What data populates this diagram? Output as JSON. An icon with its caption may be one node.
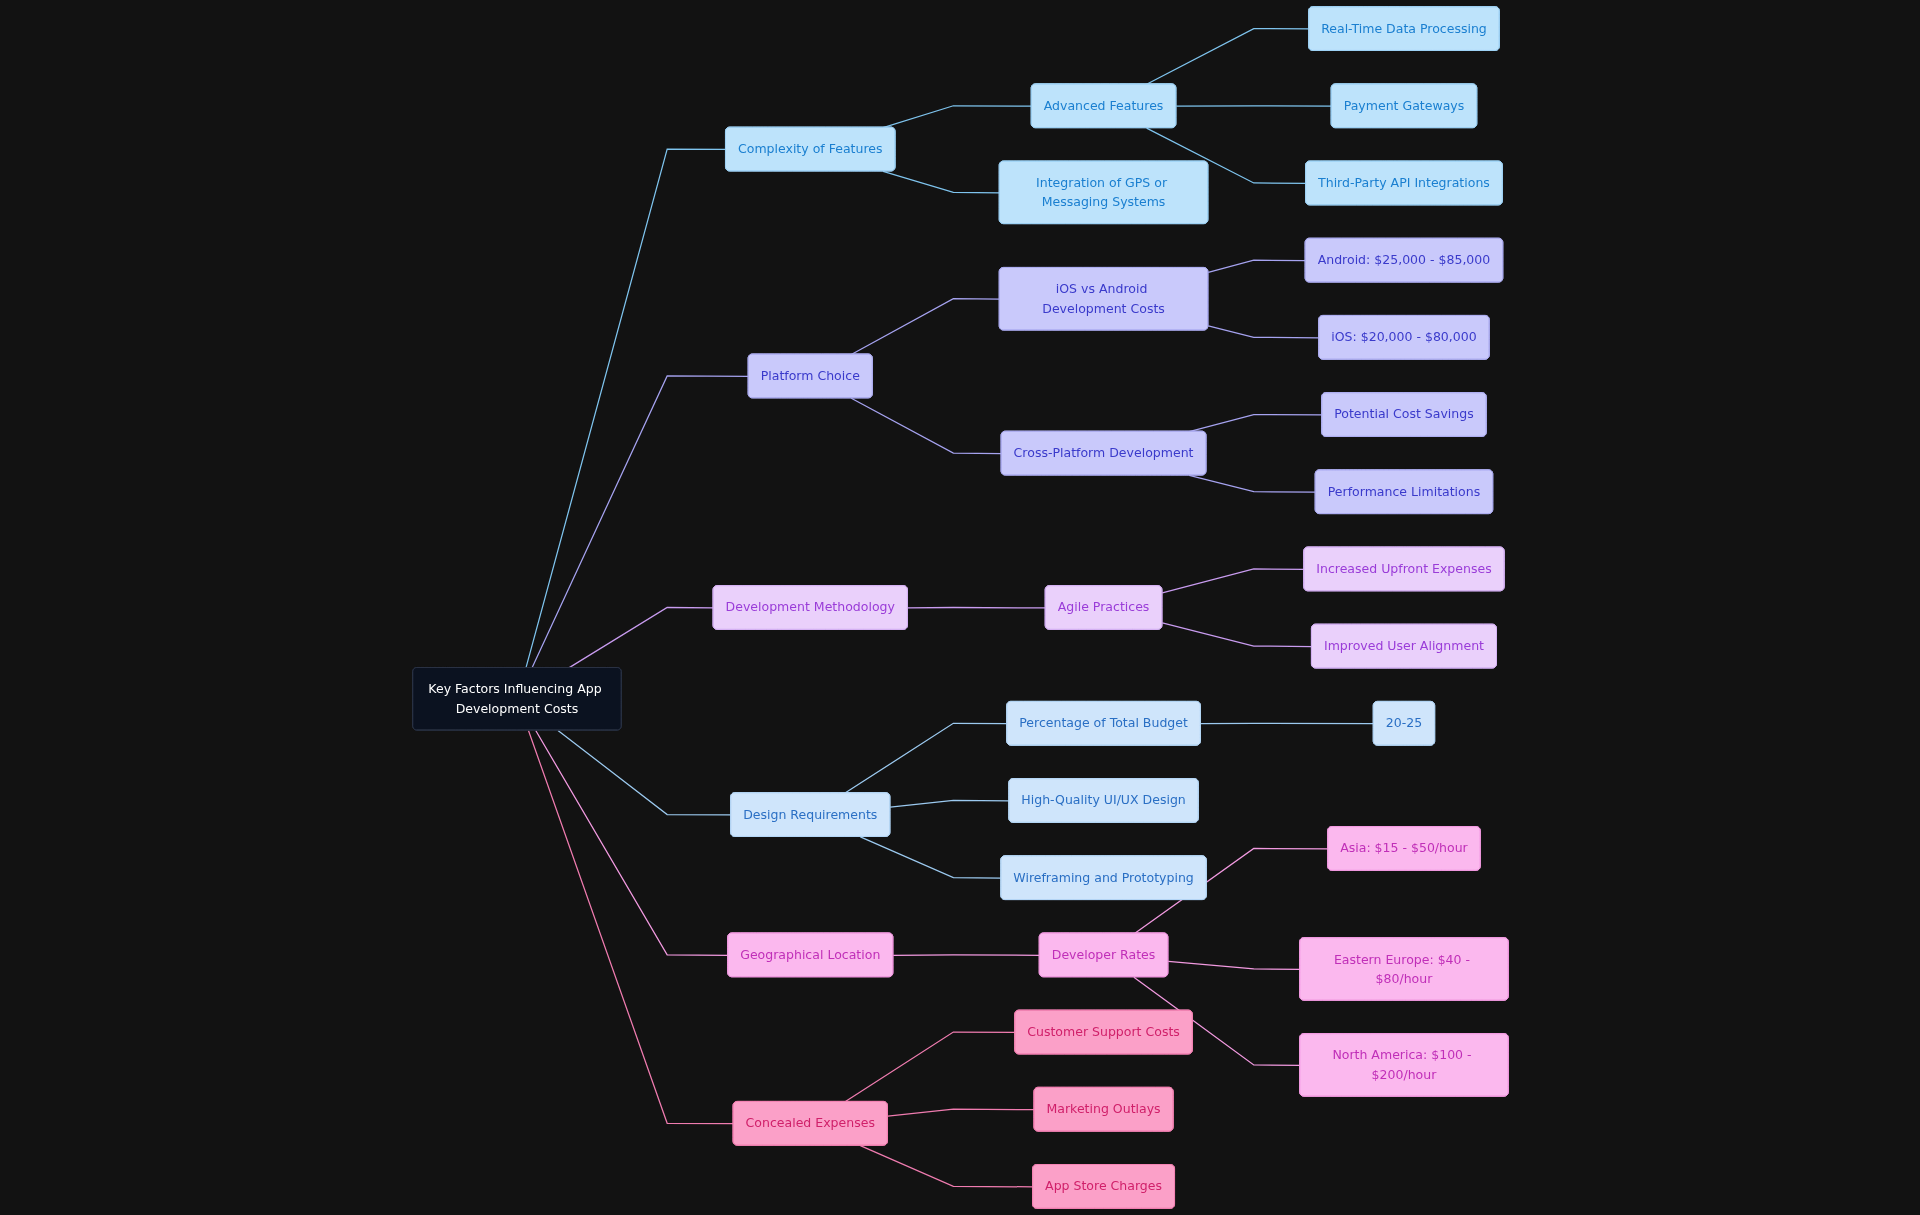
{
  "diagram": {
    "nodes": [
      {
        "text": [
          "Key Factors Influencing App Development Costs"
        ]
      },
      {
        "text": [
          "Complexity of Features"
        ]
      },
      {
        "text": [
          "Advanced Features"
        ]
      },
      {
        "text": [
          "Real-Time Data Processing"
        ]
      },
      {
        "text": [
          "Payment Gateways"
        ]
      },
      {
        "text": [
          "Third-Party API Integrations"
        ]
      },
      {
        "text": [
          "Integration of GPS or Messaging Systems"
        ]
      },
      {
        "text": [
          "Platform Choice"
        ]
      },
      {
        "text": [
          "iOS vs Android Development Costs"
        ]
      },
      {
        "text": [
          "Android: $25,000 - $85,000"
        ]
      },
      {
        "text": [
          "iOS: $20,000 - $80,000"
        ]
      },
      {
        "text": [
          "Cross-Platform Development"
        ]
      },
      {
        "text": [
          "Potential Cost Savings"
        ]
      },
      {
        "text": [
          "Performance Limitations"
        ]
      },
      {
        "text": [
          "Development Methodology"
        ]
      },
      {
        "text": [
          "Agile Practices"
        ]
      },
      {
        "text": [
          "Increased Upfront Expenses"
        ]
      },
      {
        "text": [
          "Improved User Alignment"
        ]
      },
      {
        "text": [
          "Design Requirements"
        ]
      },
      {
        "text": [
          "Percentage of Total Budget"
        ]
      },
      {
        "text": [
          "20-25"
        ]
      },
      {
        "text": [
          "High-Quality UI/UX Design"
        ]
      },
      {
        "text": [
          "Wireframing and Prototyping"
        ]
      },
      {
        "text": [
          "Geographical Location"
        ]
      },
      {
        "text": [
          "Developer Rates"
        ]
      },
      {
        "text": [
          "Asia: $15 - $50/hour"
        ]
      },
      {
        "text": [
          "Eastern Europe: $40 - $80/hour"
        ]
      },
      {
        "text": [
          "North America: $100 - $200/hour"
        ]
      },
      {
        "text": [
          "Concealed Expenses"
        ]
      },
      {
        "text": [
          "Customer Support Costs"
        ]
      },
      {
        "text": [
          "Marketing Outlays"
        ]
      },
      {
        "text": [
          "App Store Charges"
        ]
      }
    ],
    "edges": [
      {
        "from": 0,
        "to": 1,
        "arrow": "none",
        "color": "#7fc4ee"
      },
      {
        "from": 1,
        "to": 2,
        "arrow": "none",
        "color": "#7fc4ee"
      },
      {
        "from": 2,
        "to": 3,
        "arrow": "none",
        "color": "#7fc4ee"
      },
      {
        "from": 2,
        "to": 4,
        "arrow": "none",
        "color": "#7fc4ee"
      },
      {
        "from": 2,
        "to": 5,
        "arrow": "none",
        "color": "#7fc4ee"
      },
      {
        "from": 1,
        "to": 6,
        "arrow": "none",
        "color": "#7fc4ee"
      },
      {
        "from": 0,
        "to": 7,
        "arrow": "none",
        "color": "#a6a3f0"
      },
      {
        "from": 7,
        "to": 8,
        "arrow": "none",
        "color": "#a6a3f0"
      },
      {
        "from": 8,
        "to": 9,
        "arrow": "none",
        "color": "#a6a3f0"
      },
      {
        "from": 8,
        "to": 10,
        "arrow": "none",
        "color": "#a6a3f0"
      },
      {
        "from": 7,
        "to": 11,
        "arrow": "none",
        "color": "#a6a3f0"
      },
      {
        "from": 11,
        "to": 12,
        "arrow": "none",
        "color": "#a6a3f0"
      },
      {
        "from": 11,
        "to": 13,
        "arrow": "none",
        "color": "#a6a3f0"
      },
      {
        "from": 0,
        "to": 14,
        "arrow": "none",
        "color": "#c99cf0"
      },
      {
        "from": 14,
        "to": 15,
        "arrow": "none",
        "color": "#c99cf0"
      },
      {
        "from": 15,
        "to": 16,
        "arrow": "none",
        "color": "#c99cf0"
      },
      {
        "from": 15,
        "to": 17,
        "arrow": "none",
        "color": "#c99cf0"
      },
      {
        "from": 0,
        "to": 18,
        "arrow": "none",
        "color": "#9ccaf0"
      },
      {
        "from": 18,
        "to": 19,
        "arrow": "none",
        "color": "#9ccaf0"
      },
      {
        "from": 19,
        "to": 20,
        "arrow": "none",
        "color": "#9ccaf0"
      },
      {
        "from": 18,
        "to": 21,
        "arrow": "none",
        "color": "#9ccaf0"
      },
      {
        "from": 18,
        "to": 22,
        "arrow": "none",
        "color": "#9ccaf0"
      },
      {
        "from": 0,
        "to": 23,
        "arrow": "none",
        "color": "#f29ae0"
      },
      {
        "from": 23,
        "to": 24,
        "arrow": "none",
        "color": "#f29ae0"
      },
      {
        "from": 24,
        "to": 25,
        "arrow": "none",
        "color": "#f29ae0"
      },
      {
        "from": 24,
        "to": 26,
        "arrow": "none",
        "color": "#f29ae0"
      },
      {
        "from": 24,
        "to": 27,
        "arrow": "none",
        "color": "#f29ae0"
      },
      {
        "from": 0,
        "to": 28,
        "arrow": "none",
        "color": "#f07cb0"
      },
      {
        "from": 28,
        "to": 29,
        "arrow": "none",
        "color": "#f07cb0"
      },
      {
        "from": 28,
        "to": 30,
        "arrow": "none",
        "color": "#f07cb0"
      },
      {
        "from": 28,
        "to": 31,
        "arrow": "none",
        "color": "#f07cb0"
      }
    ]
  }
}
